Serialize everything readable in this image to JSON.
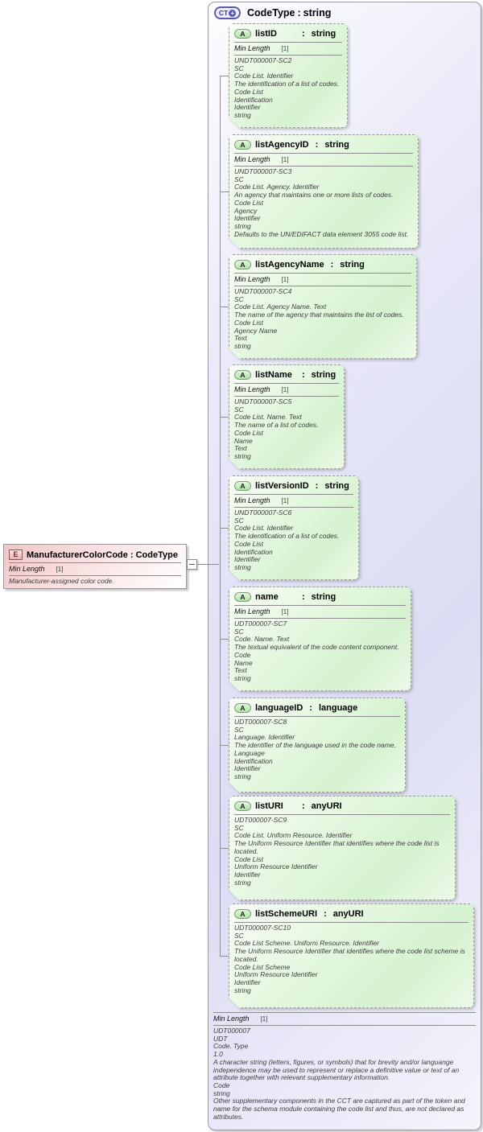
{
  "theme": {
    "container_fill": "#dcdcf4",
    "container_border": "#9b9ba8",
    "attr_fill": "#d5f2cf",
    "attr_border": "#9b9b9b",
    "element_fill_light": "#fdf0f0",
    "element_border": "#999999",
    "ct_icon_accent": "#3a3a96",
    "a_icon_fill": "#aee3a5",
    "e_icon_accent": "#b2453c",
    "connector_color": "#8f8f8f"
  },
  "colon": ":",
  "icons": {
    "element_icon_letter": "E",
    "attribute_icon_letter": "A",
    "complex_type_icon_letters": "CT",
    "complex_type_icon_plus": "+"
  },
  "element": {
    "name": "ManufacturerColorCode",
    "type": "CodeType",
    "facet": {
      "label": "Min Length",
      "value": "[1]"
    },
    "annotation": "Manufacturer-assigned color code."
  },
  "complex_type": {
    "name": "CodeType",
    "type": "string",
    "attributes": [
      {
        "name": "listID",
        "type": "string",
        "facet": {
          "label": "Min Length",
          "value": "[1]"
        },
        "details": [
          "UNDT000007-SC2",
          "SC",
          "Code List. Identifier",
          "The identification of a list of codes.",
          "Code List",
          "Identification",
          "Identifier",
          "string"
        ]
      },
      {
        "name": "listAgencyID",
        "type": "string",
        "facet": {
          "label": "Min Length",
          "value": "[1]"
        },
        "details": [
          "UNDT000007-SC3",
          "SC",
          "Code List. Agency. Identifier",
          "An agency that maintains one or more lists of codes.",
          "Code List",
          "Agency",
          "Identifier",
          "string",
          "Defaults to the UN/EDIFACT data element 3055 code list."
        ]
      },
      {
        "name": "listAgencyName",
        "type": "string",
        "facet": {
          "label": "Min Length",
          "value": "[1]"
        },
        "details": [
          "UNDT000007-SC4",
          "SC",
          "Code List. Agency Name. Text",
          "The name of the agency that maintains the list of codes.",
          "Code List",
          "Agency Name",
          "Text",
          "string"
        ]
      },
      {
        "name": "listName",
        "type": "string",
        "facet": {
          "label": "Min Length",
          "value": "[1]"
        },
        "details": [
          "UNDT000007-SC5",
          "SC",
          "Code List. Name. Text",
          "The name of a list of codes.",
          "Code List",
          "Name",
          "Text",
          "string"
        ]
      },
      {
        "name": "listVersionID",
        "type": "string",
        "facet": {
          "label": "Min Length",
          "value": "[1]"
        },
        "details": [
          "UNDT000007-SC6",
          "SC",
          "Code List. Identifier",
          "The identification of a list of codes.",
          "Code List",
          "Identification",
          "Identifier",
          "string"
        ]
      },
      {
        "name": "name",
        "type": "string",
        "facet": {
          "label": "Min Length",
          "value": "[1]"
        },
        "details": [
          "UDT000007-SC7",
          "SC",
          "Code. Name. Text",
          "The textual equivalent of the code content component.",
          "Code",
          "Name",
          "Text",
          "string"
        ]
      },
      {
        "name": "languageID",
        "type": "language",
        "facet": null,
        "details": [
          "UDT000007-SC8",
          "SC",
          "Language. Identifier",
          "The identifier of the language used in the code name.",
          "Language",
          "Identification",
          "Identifier",
          "string"
        ]
      },
      {
        "name": "listURI",
        "type": "anyURI",
        "facet": null,
        "details": [
          "UDT000007-SC9",
          "SC",
          "Code List. Uniform Resource. Identifier",
          "The Uniform Resource Identifier that identifies where the code list is located.",
          "Code List",
          "Uniform Resource Identifier",
          "Identifier",
          "string"
        ]
      },
      {
        "name": "listSchemeURI",
        "type": "anyURI",
        "facet": null,
        "details": [
          "UDT000007-SC10",
          "SC",
          "Code List Scheme. Uniform Resource. Identifier",
          "The Uniform Resource Identifier that identifies where the code list scheme is located.",
          "Code List Scheme",
          "Uniform Resource Identifier",
          "Identifier",
          "string"
        ]
      }
    ],
    "footer": {
      "facet": {
        "label": "Min Length",
        "value": "[1]"
      },
      "details": [
        "UDT000007",
        "UDT",
        "Code. Type",
        "1.0",
        "A character string (letters, figures, or symbols) that for brevity and/or languange independence may be used to represent or replace a definitive value or text of an attribute together with relevant supplementary information.",
        "Code",
        "string",
        "Other supplementary components in the CCT are captured as part of the token and name for the schema module containing the code list and thus, are not declared as attributes."
      ]
    }
  }
}
